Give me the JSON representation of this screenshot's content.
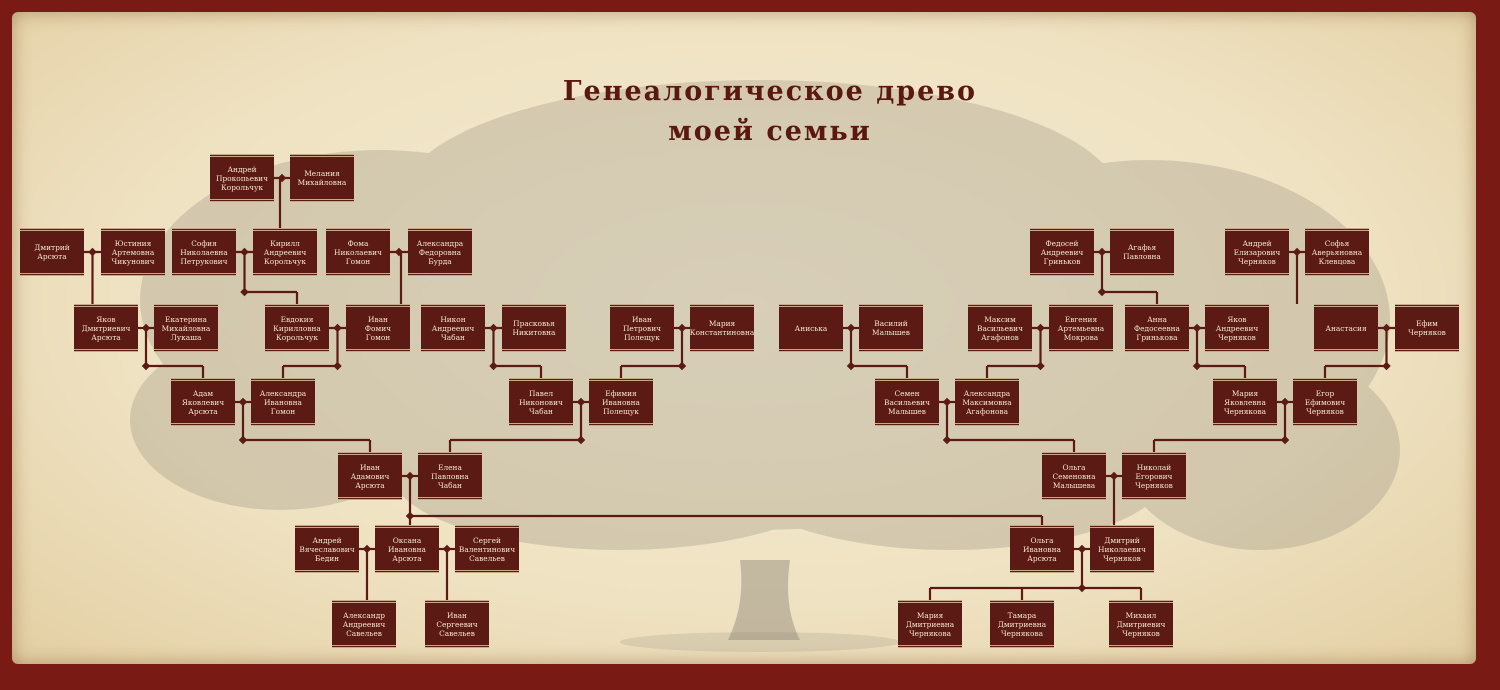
{
  "title": {
    "line1": "Генеалогическое древо",
    "line2": "моей семьи"
  },
  "people": [
    {
      "id": "andrey_korolchuk",
      "name": "Андрей\nПрокопьевич\nКорольчук"
    },
    {
      "id": "melaniya",
      "name": "Мелания\nМихайловна"
    },
    {
      "id": "dmitriy_arsyuta",
      "name": "Дмитрий\nАрсюта"
    },
    {
      "id": "yustinia",
      "name": "Юстиния\nАртемовна\nЧикунович"
    },
    {
      "id": "sofia_petrukovich",
      "name": "София\nНиколаевна\nПетрукович"
    },
    {
      "id": "kirill_korolchuk",
      "name": "Кирилл\nАндреевич\nКорольчук"
    },
    {
      "id": "foma_gomon",
      "name": "Фома\nНиколаевич\nГомон"
    },
    {
      "id": "aleksandra_burda",
      "name": "Александра\nФедоровна\nБурда"
    },
    {
      "id": "fedosey_grinkov",
      "name": "Федосей\nАндреевич\nГриньков"
    },
    {
      "id": "agafya",
      "name": "Агафья\nПавловна"
    },
    {
      "id": "andrey_chernyakov",
      "name": "Андрей\nЕлизарович\nЧерняков"
    },
    {
      "id": "sofya_klevtsova",
      "name": "Софья\nАверьяновна\nКлевцова"
    },
    {
      "id": "yakov_arsyuta",
      "name": "Яков\nДмитриевич\nАрсюта"
    },
    {
      "id": "ekaterina_lukasha",
      "name": "Екатерина\nМихайловна\nЛукаша"
    },
    {
      "id": "evdokia_korolchuk",
      "name": "Евдокия\nКирилловна\nКорольчук"
    },
    {
      "id": "ivan_gomon",
      "name": "Иван\nФомич\nГомон"
    },
    {
      "id": "nikon_chaban",
      "name": "Никон\nАндреевич\nЧабан"
    },
    {
      "id": "praskovya",
      "name": "Прасковья\nНикитовна"
    },
    {
      "id": "ivan_poleschuk",
      "name": "Иван\nПетрович\nПолещук"
    },
    {
      "id": "maria_konst",
      "name": "Мария\nКонстантиновна"
    },
    {
      "id": "aniska",
      "name": "Аниська"
    },
    {
      "id": "vasiliy_malyshev",
      "name": "Василий\nМалышев"
    },
    {
      "id": "maksim_agafonov",
      "name": "Максим\nВасильевич\nАгафонов"
    },
    {
      "id": "evgenia_mokrova",
      "name": "Евгения\nАртемьевна\nМокрова"
    },
    {
      "id": "anna_grinkova",
      "name": "Анна\nФедосеевна\nГринькова"
    },
    {
      "id": "yakov_chernyakov",
      "name": "Яков\nАндреевич\nЧерняков"
    },
    {
      "id": "anastasia",
      "name": "Анастасия"
    },
    {
      "id": "efim_chernyakov",
      "name": "Ефим\nЧерняков"
    },
    {
      "id": "adam_arsyuta",
      "name": "Адам\nЯковлевич\nАрсюта"
    },
    {
      "id": "aleksandra_gomon",
      "name": "Александра\nИвановна\nГомон"
    },
    {
      "id": "pavel_chaban",
      "name": "Павел\nНиконович\nЧабан"
    },
    {
      "id": "efimiya_poleschuk",
      "name": "Ефимия\nИвановна\nПолещук"
    },
    {
      "id": "semen_malyshev",
      "name": "Семен\nВасильевич\nМалышев"
    },
    {
      "id": "aleksandra_agafonova",
      "name": "Александра\nМаксимовна\nАгафонова"
    },
    {
      "id": "maria_chernyakova_old",
      "name": "Мария\nЯковлевна\nЧернякова"
    },
    {
      "id": "egor_chernyakov",
      "name": "Егор\nЕфимович\nЧерняков"
    },
    {
      "id": "ivan_arsyuta",
      "name": "Иван\nАдамович\nАрсюта"
    },
    {
      "id": "elena_chaban",
      "name": "Елена\nПавловна\nЧабан"
    },
    {
      "id": "olga_malysheva",
      "name": "Ольга\nСеменовна\nМалышева"
    },
    {
      "id": "nikolay_chernyakov",
      "name": "Николай\nЕгорович\nЧерняков"
    },
    {
      "id": "andrey_bedin",
      "name": "Андрей\nВячеславович\nБедин"
    },
    {
      "id": "oksana_arsyuta",
      "name": "Оксана\nИвановна\nАрсюта"
    },
    {
      "id": "sergey_savelev",
      "name": "Сергей\nВалентинович\nСавельев"
    },
    {
      "id": "olga_arsyuta",
      "name": "Ольга\nИвановна\nАрсюта"
    },
    {
      "id": "dmitriy_chernyakov",
      "name": "Дмитрий\nНиколаевич\nЧерняков"
    },
    {
      "id": "aleksandr_savelev",
      "name": "Александр\nАндреевич\nСавельев"
    },
    {
      "id": "ivan_savelev",
      "name": "Иван\nСергеевич\nСавельев"
    },
    {
      "id": "maria_chernyakova",
      "name": "Мария\nДмитриевна\nЧернякова"
    },
    {
      "id": "tamara_chernyakova",
      "name": "Тамара\nДмитриевна\nЧернякова"
    },
    {
      "id": "mikhail_chernyakov",
      "name": "Михаил\nДмитриевич\nЧерняков"
    }
  ],
  "colors": {
    "frame": "#7a1a14",
    "card": "#5c1a14",
    "card_text": "#f3e6cf",
    "line": "#5c1a14",
    "title": "#5a1810"
  }
}
